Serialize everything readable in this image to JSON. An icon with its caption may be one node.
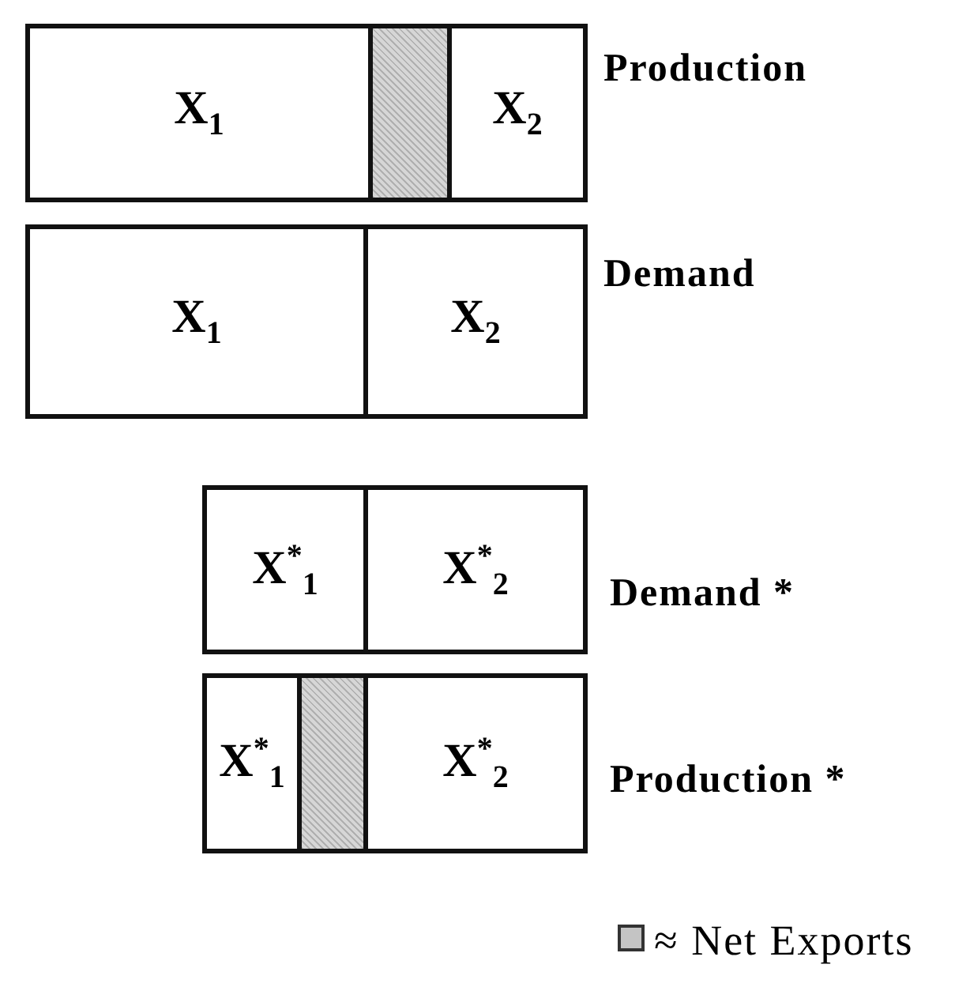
{
  "diagram": {
    "nodes": [
      {
        "text": [],
        "shape": "bar",
        "beside": [
          "Production"
        ]
      },
      {
        "text": [
          "X$_{1}$"
        ],
        "in": 0
      },
      {
        "text": [],
        "shape": "box",
        "in": 0
      },
      {
        "text": [
          "X$_{2}$"
        ],
        "in": 0
      },
      {
        "text": [],
        "shape": "bar",
        "beside": [
          "Demand"
        ]
      },
      {
        "text": [
          "X$_{1}$"
        ],
        "in": 4
      },
      {
        "text": [
          "X$_{2}$"
        ],
        "in": 4
      },
      {
        "text": [],
        "shape": "bar",
        "beside": [
          "Demand *"
        ]
      },
      {
        "text": [
          "X$^{*}$$_{1}$"
        ],
        "in": 7
      },
      {
        "text": [
          "X$^{*}$$_{2}$"
        ],
        "in": 7
      },
      {
        "text": [],
        "shape": "bar",
        "beside": [
          "Production *"
        ]
      },
      {
        "text": [
          "X$^{*}$$_{1}$"
        ],
        "in": 10
      },
      {
        "text": [],
        "shape": "box",
        "in": 10
      },
      {
        "text": [
          "X$^{*}$$_{2}$"
        ],
        "in": 10
      }
    ],
    "edges": [],
    "legend": [
      {
        "text": "≈ Net Exports",
        "color": "#c4c4c4"
      }
    ]
  }
}
